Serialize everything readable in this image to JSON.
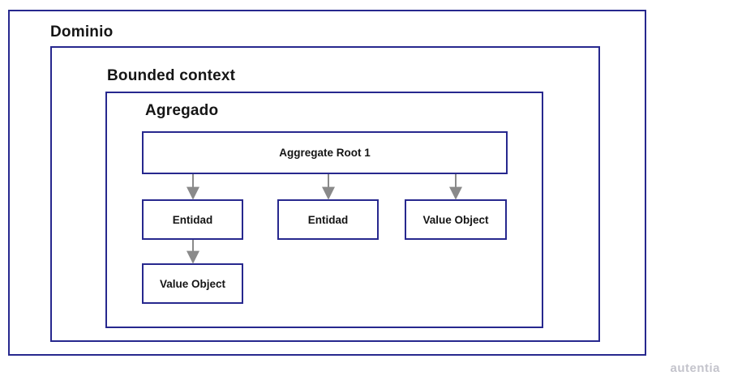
{
  "domain": {
    "title": "Dominio"
  },
  "bounded_context": {
    "title": "Bounded context"
  },
  "aggregate": {
    "title": "Agregado",
    "root": "Aggregate Root 1",
    "children": [
      "Entidad",
      "Entidad",
      "Value Object"
    ],
    "nested": "Value Object"
  },
  "colors": {
    "border": "#27288e",
    "arrow": "#8a8a8a",
    "brand": "#c4c4cc"
  },
  "brand": "autentia"
}
